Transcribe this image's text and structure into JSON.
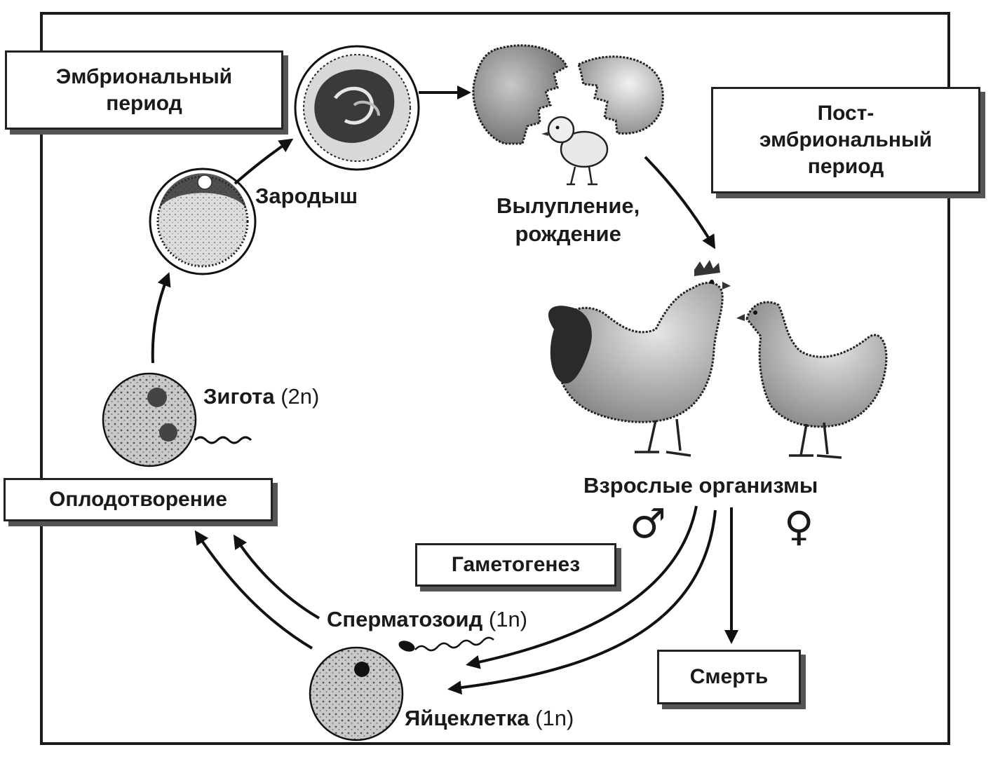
{
  "boxes": {
    "embryonic": "Эмбриональный\nпериод",
    "postembryonic": "Пост-\nэмбриональный\nпериод",
    "fertilization": "Оплодотворение",
    "gametogenesis": "Гаметогенез",
    "death": "Смерть"
  },
  "labels": {
    "embryo": "Зародыш",
    "hatching": "Вылупление,\nрождение",
    "adults": "Взрослые организмы",
    "zygote": "Зигота",
    "zygote_ploidy": "(2n)",
    "sperm": "Сперматозоид",
    "sperm_ploidy": "(1n)",
    "egg": "Яйцеклетка",
    "egg_ploidy": "(1n)"
  },
  "symbols": {
    "male": "♂",
    "female": "♀"
  }
}
